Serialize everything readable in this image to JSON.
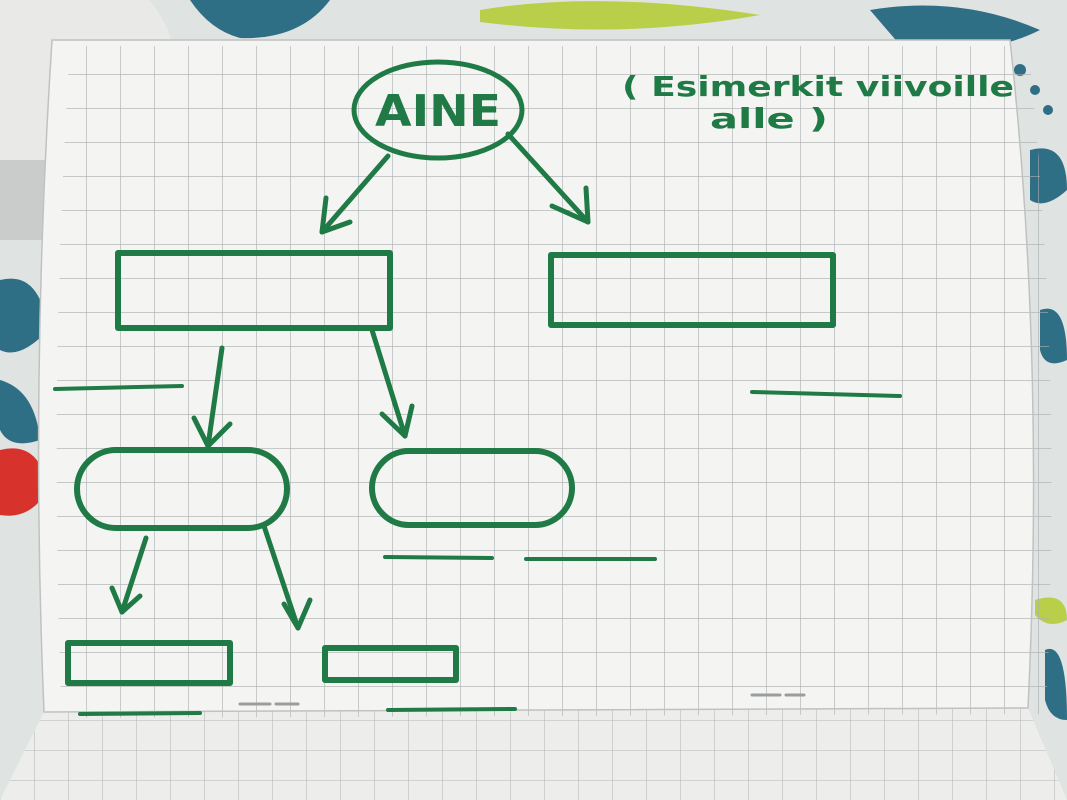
{
  "diagram": {
    "root_label": "AINE",
    "note_line1": "( Esimerkit viivoille",
    "note_line2": "alle )"
  },
  "colors": {
    "ink": "#1f7a45",
    "grid": "#a9aeb0",
    "paper": "#f4f4f2",
    "table_background": "#dfe3e1",
    "leaf_blue": "#2f6f86",
    "leaf_lime": "#b9cf4a",
    "strawberry_red": "#d8322c"
  },
  "icons": {
    "background_pattern": "leaf-pattern-icon",
    "staples": "staple-icon"
  }
}
